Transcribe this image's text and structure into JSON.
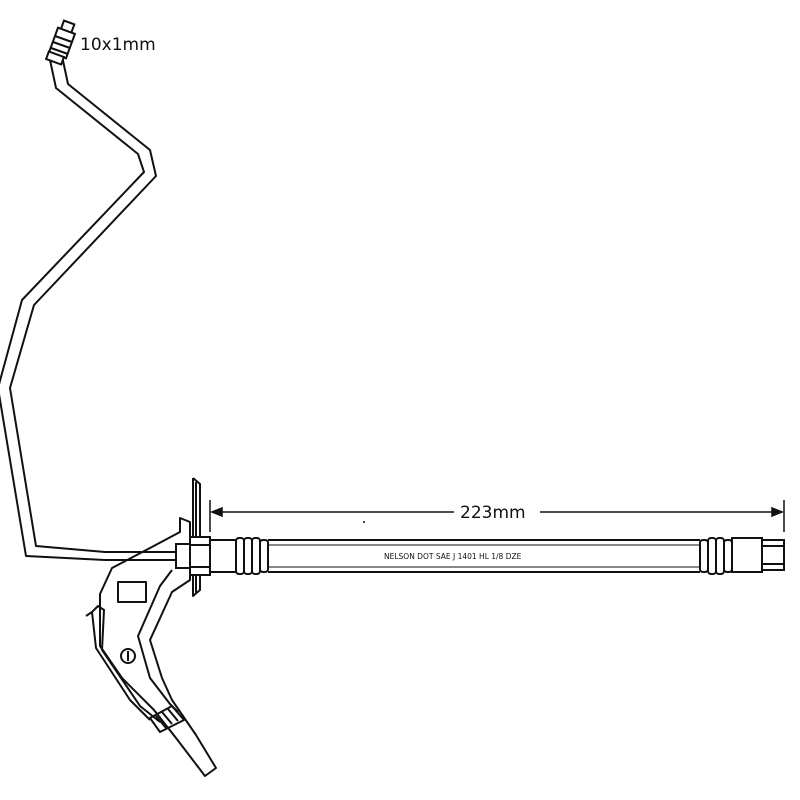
{
  "diagram": {
    "thread_label": "10x1mm",
    "length_label": "223mm",
    "hose_print": "NELSON DOT SAE J 1401 HL 1/8 DZE"
  },
  "colors": {
    "stroke": "#111111",
    "background": "#ffffff"
  }
}
